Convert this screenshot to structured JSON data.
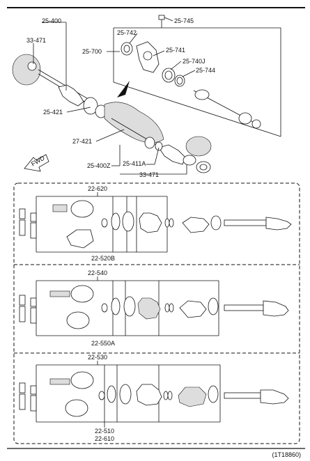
{
  "labels": {
    "l_25_400": "25-400",
    "l_33_471_top": "33-471",
    "l_25_745": "25-745",
    "l_25_742": "25-742",
    "l_25_700": "25-700",
    "l_25_741": "25-741",
    "l_25_740j": "25-740J",
    "l_25_744": "25-744",
    "l_25_421": "25-421",
    "l_27_421": "27-421",
    "l_25_400z": "25-400Z",
    "l_25_411a": "25-411A",
    "l_33_471_bot": "33-471",
    "fwd": "FWD",
    "l_22_620": "22-620",
    "l_22_520b": "22-520B",
    "l_22_540": "22-540",
    "l_22_550a": "22-550A",
    "l_22_530": "22-530",
    "l_22_510": "22-510",
    "l_22_610": "22-610"
  },
  "reference": "(1T18860)"
}
